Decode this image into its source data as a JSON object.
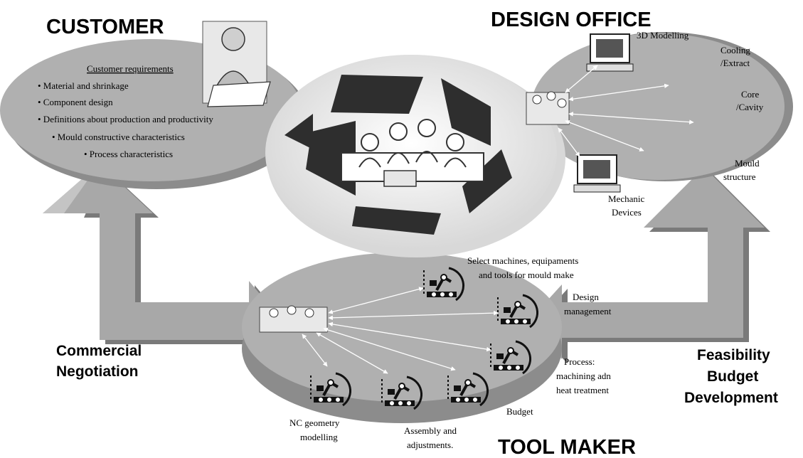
{
  "titles": {
    "customer": "CUSTOMER",
    "design_office": "DESIGN OFFICE",
    "tool_maker": "TOOL MAKER"
  },
  "customer": {
    "heading": "Customer requirements",
    "items": [
      "• Material and shrinkage",
      "• Component design",
      "• Definitions about production and productivity",
      "• Mould constructive characteristics",
      "• Process characteristics"
    ]
  },
  "design_office": {
    "labels": {
      "modelling": "3D Modelling",
      "cooling_1": "Cooling",
      "cooling_2": "/Extract",
      "core_1": "Core",
      "core_2": "/Cavity",
      "mould_1": "Mould",
      "mould_2": "structure",
      "mechanic_1": "Mechanic",
      "mechanic_2": "Devices"
    }
  },
  "tool_maker": {
    "labels": {
      "select_1": "Select machines, equipaments",
      "select_2": "and tools for mould make",
      "design_1": "Design",
      "design_2": "management",
      "process_1": "Process:",
      "process_2": "machining adn",
      "process_3": "heat treatment",
      "budget": "Budget",
      "nc_1": "NC geometry",
      "nc_2": "modelling",
      "assembly_1": "Assembly and",
      "assembly_2": "adjustments."
    }
  },
  "flows": {
    "commercial_1": "Commercial",
    "commercial_2": "Negotiation",
    "feasibility_1": "Feasibility",
    "feasibility_2": "Budget",
    "feasibility_3": "Development"
  },
  "colors": {
    "ellipse": "#b0b0b0",
    "ellipse_dark": "#8c8c8c",
    "arrow": "#a8a8a8",
    "arrow_dark": "#7a7a7a",
    "center": "#f2f2f2",
    "puzzle": "#2e2e2e",
    "text": "#000000",
    "connector": "#ffffff"
  }
}
